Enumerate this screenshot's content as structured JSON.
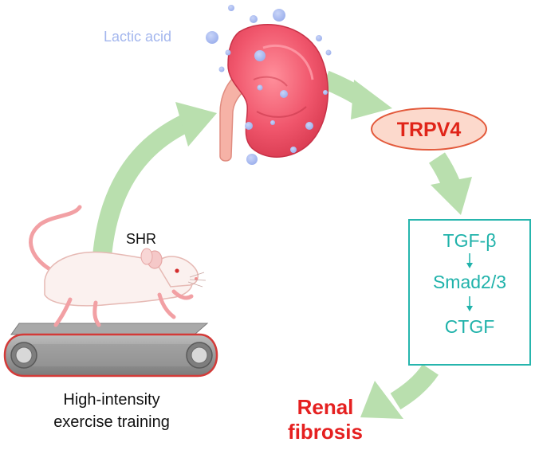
{
  "labels": {
    "lactic_acid": "Lactic acid",
    "trpv4": "TRPV4",
    "shr": "SHR",
    "training_line1": "High-intensity",
    "training_line2": "exercise training",
    "pathway_1": "TGF-β",
    "pathway_2": "Smad2/3",
    "pathway_3": "CTGF",
    "outcome_line1": "Renal",
    "outcome_line2": "fibrosis"
  },
  "colors": {
    "arrow_green": "#b9dfae",
    "lactic_acid_blue": "#a3b6ee",
    "trpv4_fill": "#fcd9cc",
    "trpv4_text": "#e02418",
    "pathway_box": "#26b5ad",
    "pathway_text": "#1fb2aa",
    "outcome_text": "#e52020",
    "kidney": "#f0566c",
    "treadmill": "#8a8a8a",
    "treadmill_rim": "#d33a38"
  },
  "icons": {
    "kidney": "kidney-illustration",
    "mouse": "mouse-illustration",
    "treadmill": "treadmill-illustration"
  }
}
